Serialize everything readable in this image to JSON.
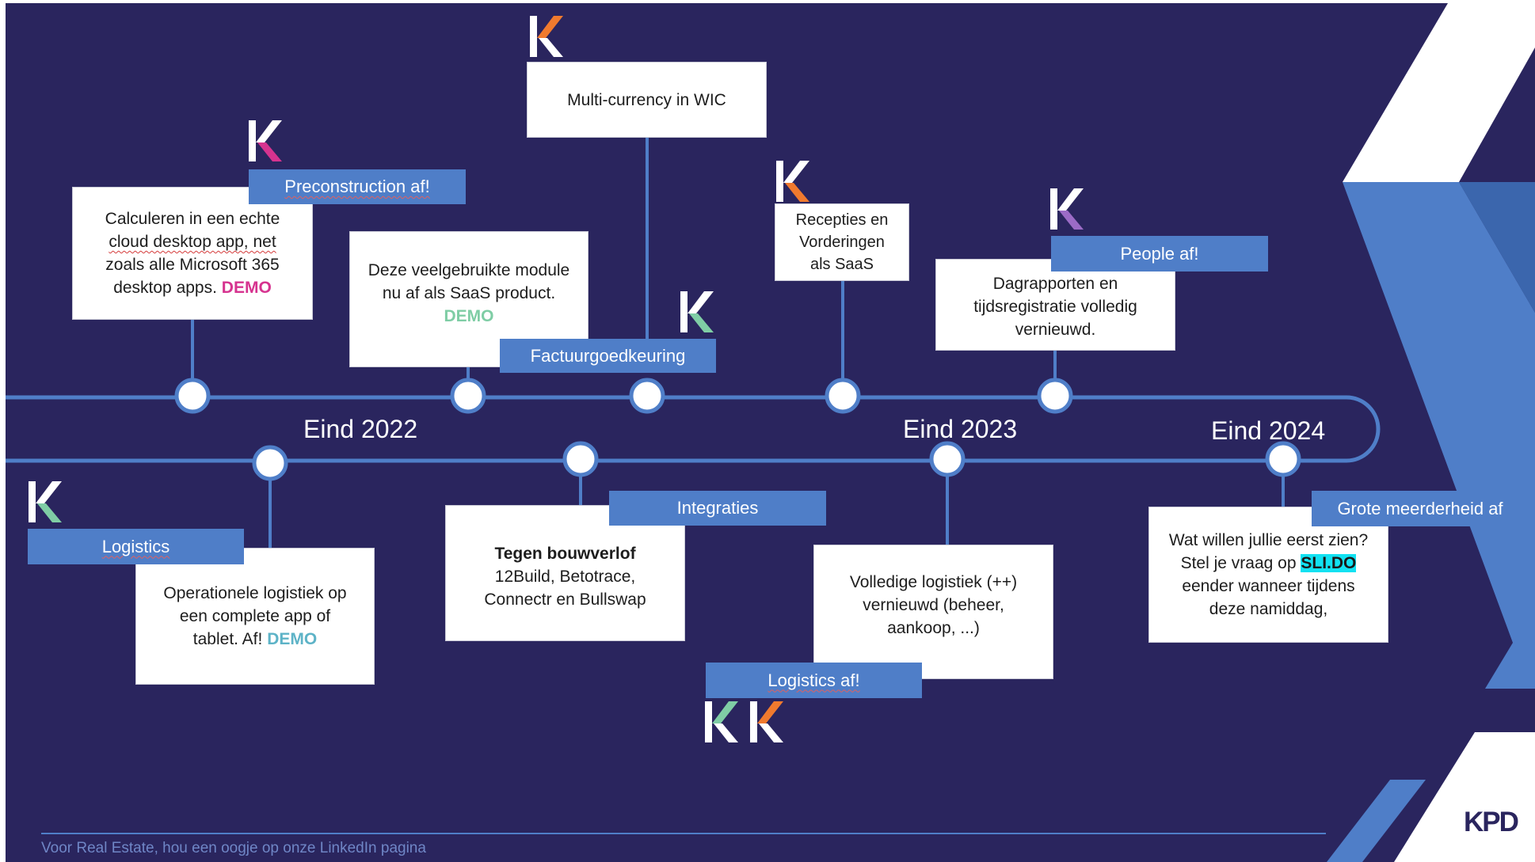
{
  "colors": {
    "background": "#2a255e",
    "timeline": "#4f7ec8",
    "tag": "#4f7ec8",
    "demo_pink": "#d6338f",
    "demo_green": "#7fcda5",
    "demo_teal": "#5db3c7",
    "highlight": "#12e2f2",
    "logo_pink": "#d6338f",
    "logo_orange": "#f07a2e",
    "logo_teal": "#7fcda5",
    "logo_purple": "#9b6bc6"
  },
  "years": [
    "Eind 2022",
    "Eind 2023",
    "Eind 2024"
  ],
  "top_items": [
    {
      "tag": "Preconstruction af!",
      "lines": [
        "Calculeren in een echte",
        "cloud desktop app, net",
        "zoals alle Microsoft 365"
      ],
      "last_line": "desktop apps.",
      "demo": "DEMO",
      "logo": "pink-k-icon"
    },
    {
      "lines": [
        "Deze veelgebruikte module",
        "nu af als SaaS product."
      ],
      "demo": "DEMO"
    },
    {
      "lines": [
        "Multi-currency in WIC"
      ],
      "logo": "orange-k-icon"
    },
    {
      "tag": "Factuurgoedkeuring",
      "logo": "green-k-icon"
    },
    {
      "lines": [
        "Recepties en",
        "Vorderingen",
        "als SaaS"
      ],
      "logo": "orange-k-icon"
    },
    {
      "tag": "People af!",
      "lines": [
        "Dagrapporten en",
        "tijdsregistratie volledig",
        "vernieuwd."
      ],
      "logo": "purple-k-icon"
    }
  ],
  "bottom_items": [
    {
      "tag": "Logistics",
      "lines": [
        "Operationele logistiek op",
        "een complete app of"
      ],
      "last_line": "tablet. Af!",
      "demo": "DEMO",
      "logo": "teal-k-icon"
    },
    {
      "tag": "Integraties",
      "title": "Tegen bouwverlof",
      "lines": [
        "12Build, Betotrace,",
        "Connectr en Bullswap"
      ]
    },
    {
      "tag": "Logistics af!",
      "lines": [
        "Volledige logistiek (++)",
        "vernieuwd (beheer,",
        "aankoop, ...)"
      ],
      "logos": [
        "teal-k-icon",
        "orange-k-icon"
      ]
    },
    {
      "tag": "Grote meerderheid af",
      "lines": [
        "Wat willen jullie eerst zien?"
      ],
      "prefix": "Stel je vraag op",
      "highlight": "SLI.DO",
      "after_lines": [
        "eender wanneer tijdens",
        "deze namiddag,"
      ]
    }
  ],
  "footer": "Voor Real Estate, hou een oogje op onze LinkedIn pagina",
  "brand_logo": "KPD"
}
